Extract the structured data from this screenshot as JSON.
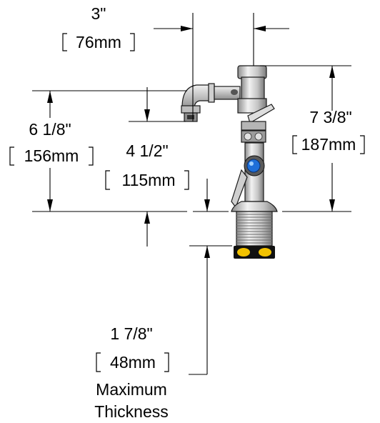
{
  "dimensions": {
    "width_top": {
      "imperial": "3\"",
      "metric": "76mm"
    },
    "outlet_height": {
      "imperial": "6 1/8\"",
      "metric": "156mm"
    },
    "outlet_drop": {
      "imperial": "4 1/2\"",
      "metric": "115mm"
    },
    "total_height": {
      "imperial": "7 3/8\"",
      "metric": "187mm"
    },
    "max_thickness": {
      "imperial": "1 7/8\"",
      "metric": "48mm",
      "caption_line1": "Maximum",
      "caption_line2": "Thickness"
    }
  },
  "colors": {
    "body_metal": "#d9d9d9",
    "body_shadow": "#9a9a9a",
    "handle_blue": "#1e6fd9",
    "nut_yellow": "#f2c200"
  },
  "icons": [
    "faucet-drawing",
    "blue-index-button",
    "yellow-lock-nut"
  ]
}
